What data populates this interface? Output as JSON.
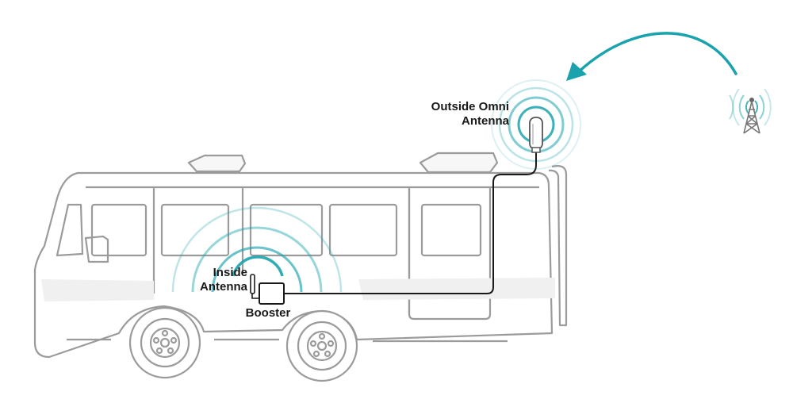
{
  "labels": {
    "outside_antenna_line1": "Outside Omni",
    "outside_antenna_line2": "Antenna",
    "inside_antenna_line1": "Inside",
    "inside_antenna_line2": "Antenna",
    "booster": "Booster"
  },
  "colors": {
    "signal": "#1aa3ad",
    "vehicle_outline": "#9b9b9b",
    "vehicle_fill": "#f2f2f2",
    "cable": "#1a1a1a"
  },
  "icons": [
    "cell-tower-icon",
    "omni-antenna-icon",
    "booster-icon",
    "inside-antenna-icon",
    "bus-icon"
  ]
}
